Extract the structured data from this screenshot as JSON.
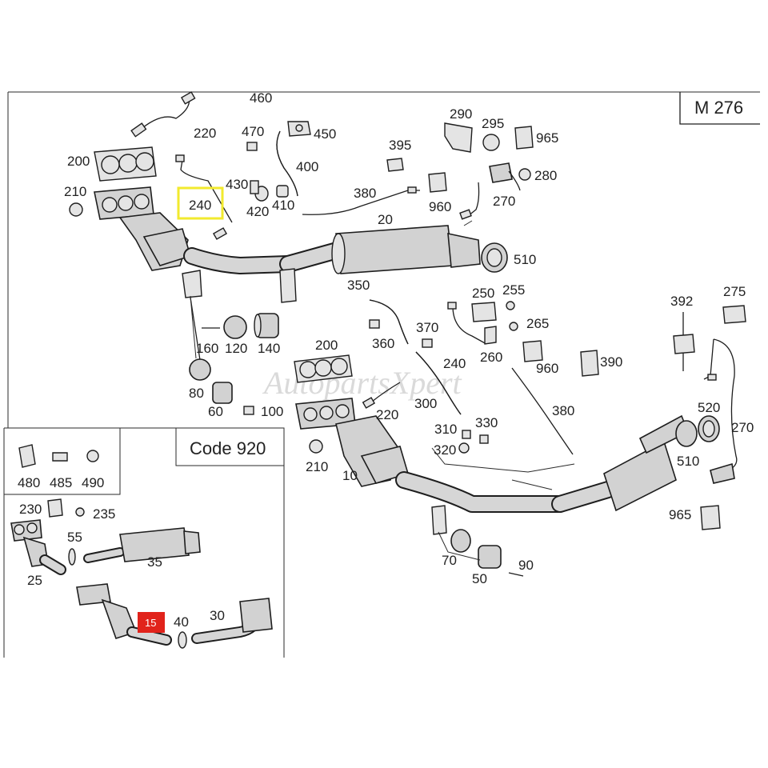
{
  "diagram": {
    "engine_code": "M 276",
    "inset_title": "Code 920",
    "watermark": "AutopartsXpert",
    "highlighted_label": "240",
    "inset_badge": "15",
    "colors": {
      "highlight": "#f2ea2e",
      "badge": "#e1231b"
    }
  },
  "labels": {
    "l460": "460",
    "l470": "470",
    "l450": "450",
    "l220a": "220",
    "l200a": "200",
    "l210a": "210",
    "l240a": "240",
    "l430": "430",
    "l420": "420",
    "l410": "410",
    "l400": "400",
    "l380a": "380",
    "l20": "20",
    "l395": "395",
    "l290": "290",
    "l295": "295",
    "l965a": "965",
    "l280": "280",
    "l270a": "270",
    "l960a": "960",
    "l510a": "510",
    "l350": "350",
    "l250": "250",
    "l255": "255",
    "l275": "275",
    "l392": "392",
    "l370": "370",
    "l265": "265",
    "l360": "360",
    "l240b": "240",
    "l260": "260",
    "l390": "390",
    "l160": "160",
    "l120": "120",
    "l140": "140",
    "l200b": "200",
    "l960b": "960",
    "l80": "80",
    "l300": "300",
    "l380b": "380",
    "l60": "60",
    "l100": "100",
    "l220b": "220",
    "l520": "520",
    "l270b": "270",
    "l310": "310",
    "l330": "330",
    "l320": "320",
    "l210b": "210",
    "l10": "10",
    "l510b": "510",
    "l965b": "965",
    "l480": "480",
    "l485": "485",
    "l490": "490",
    "l230": "230",
    "l235": "235",
    "l55": "55",
    "l25": "25",
    "l35": "35",
    "l70": "70",
    "l90": "90",
    "l50": "50",
    "l40": "40",
    "l30": "30"
  }
}
